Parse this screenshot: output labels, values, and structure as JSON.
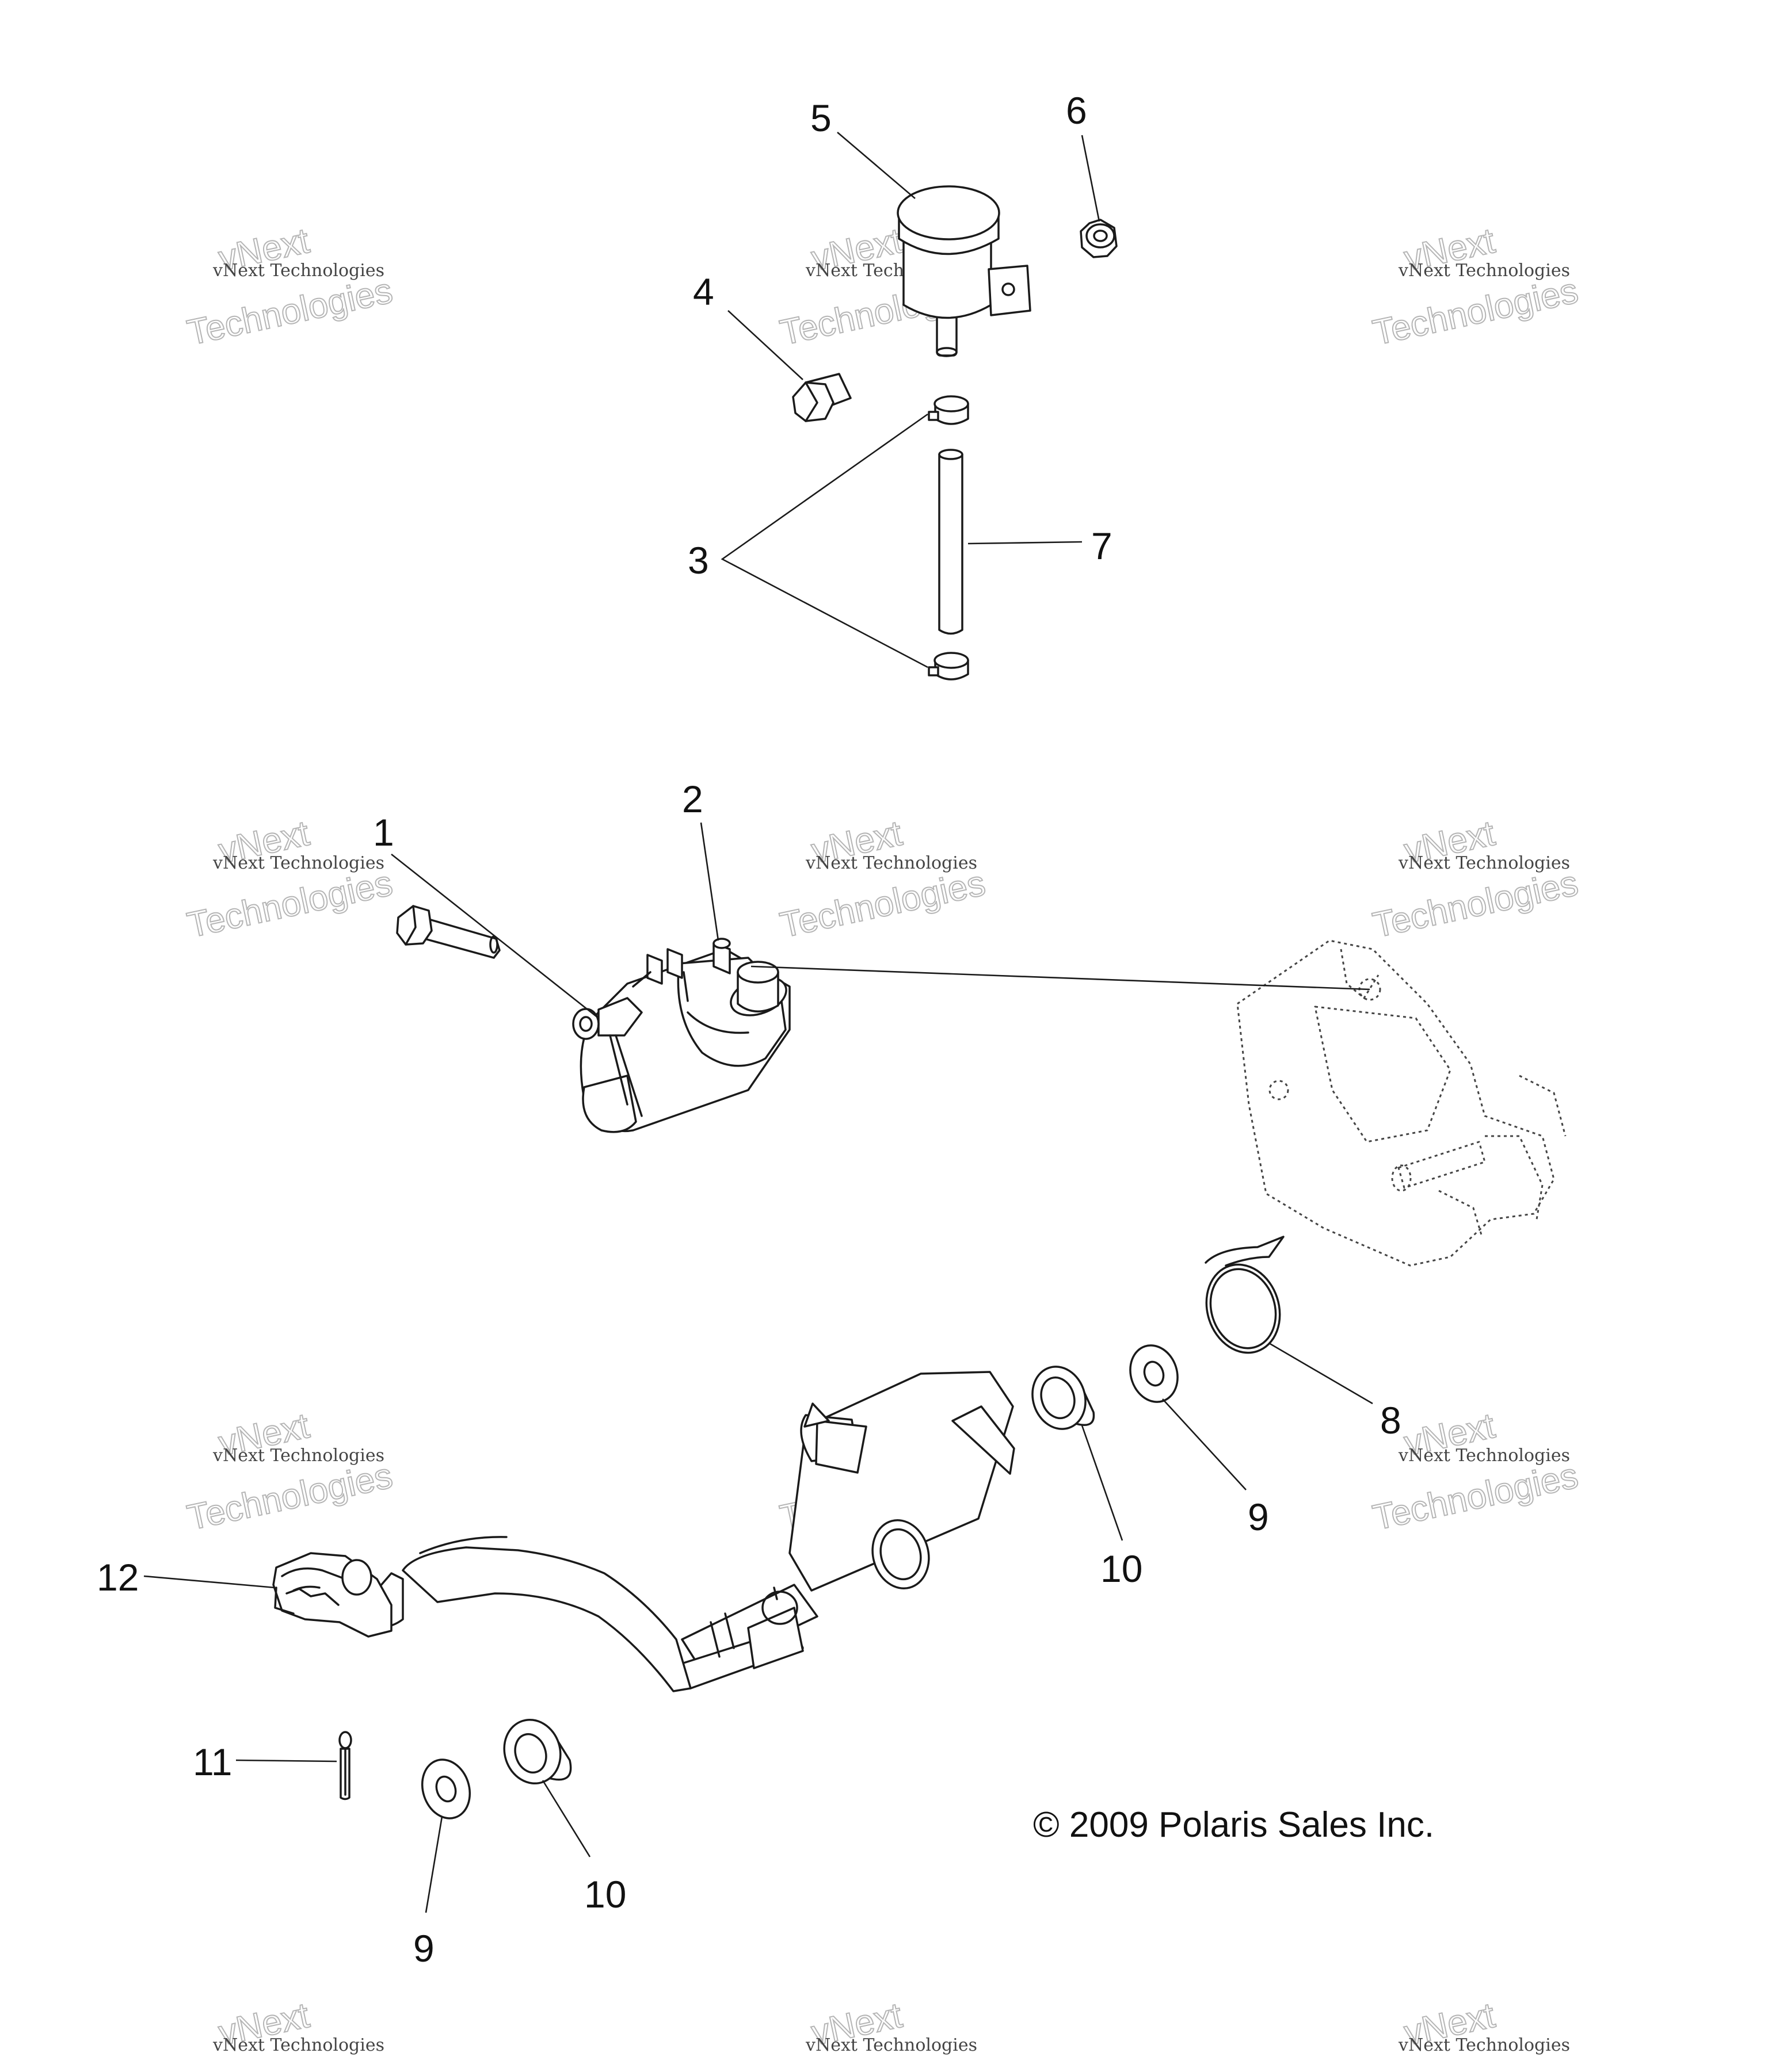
{
  "callouts": {
    "c1": "1",
    "c2": "2",
    "c3": "3",
    "c4": "4",
    "c5": "5",
    "c6": "6",
    "c7": "7",
    "c8": "8",
    "c9a": "9",
    "c9b": "9",
    "c10a": "10",
    "c10b": "10",
    "c11": "11",
    "c12": "12"
  },
  "copyright": "© 2009 Polaris Sales Inc.",
  "watermark": {
    "top": "vNext",
    "middle": "vNext Technologies",
    "bottom": "Technologies"
  }
}
